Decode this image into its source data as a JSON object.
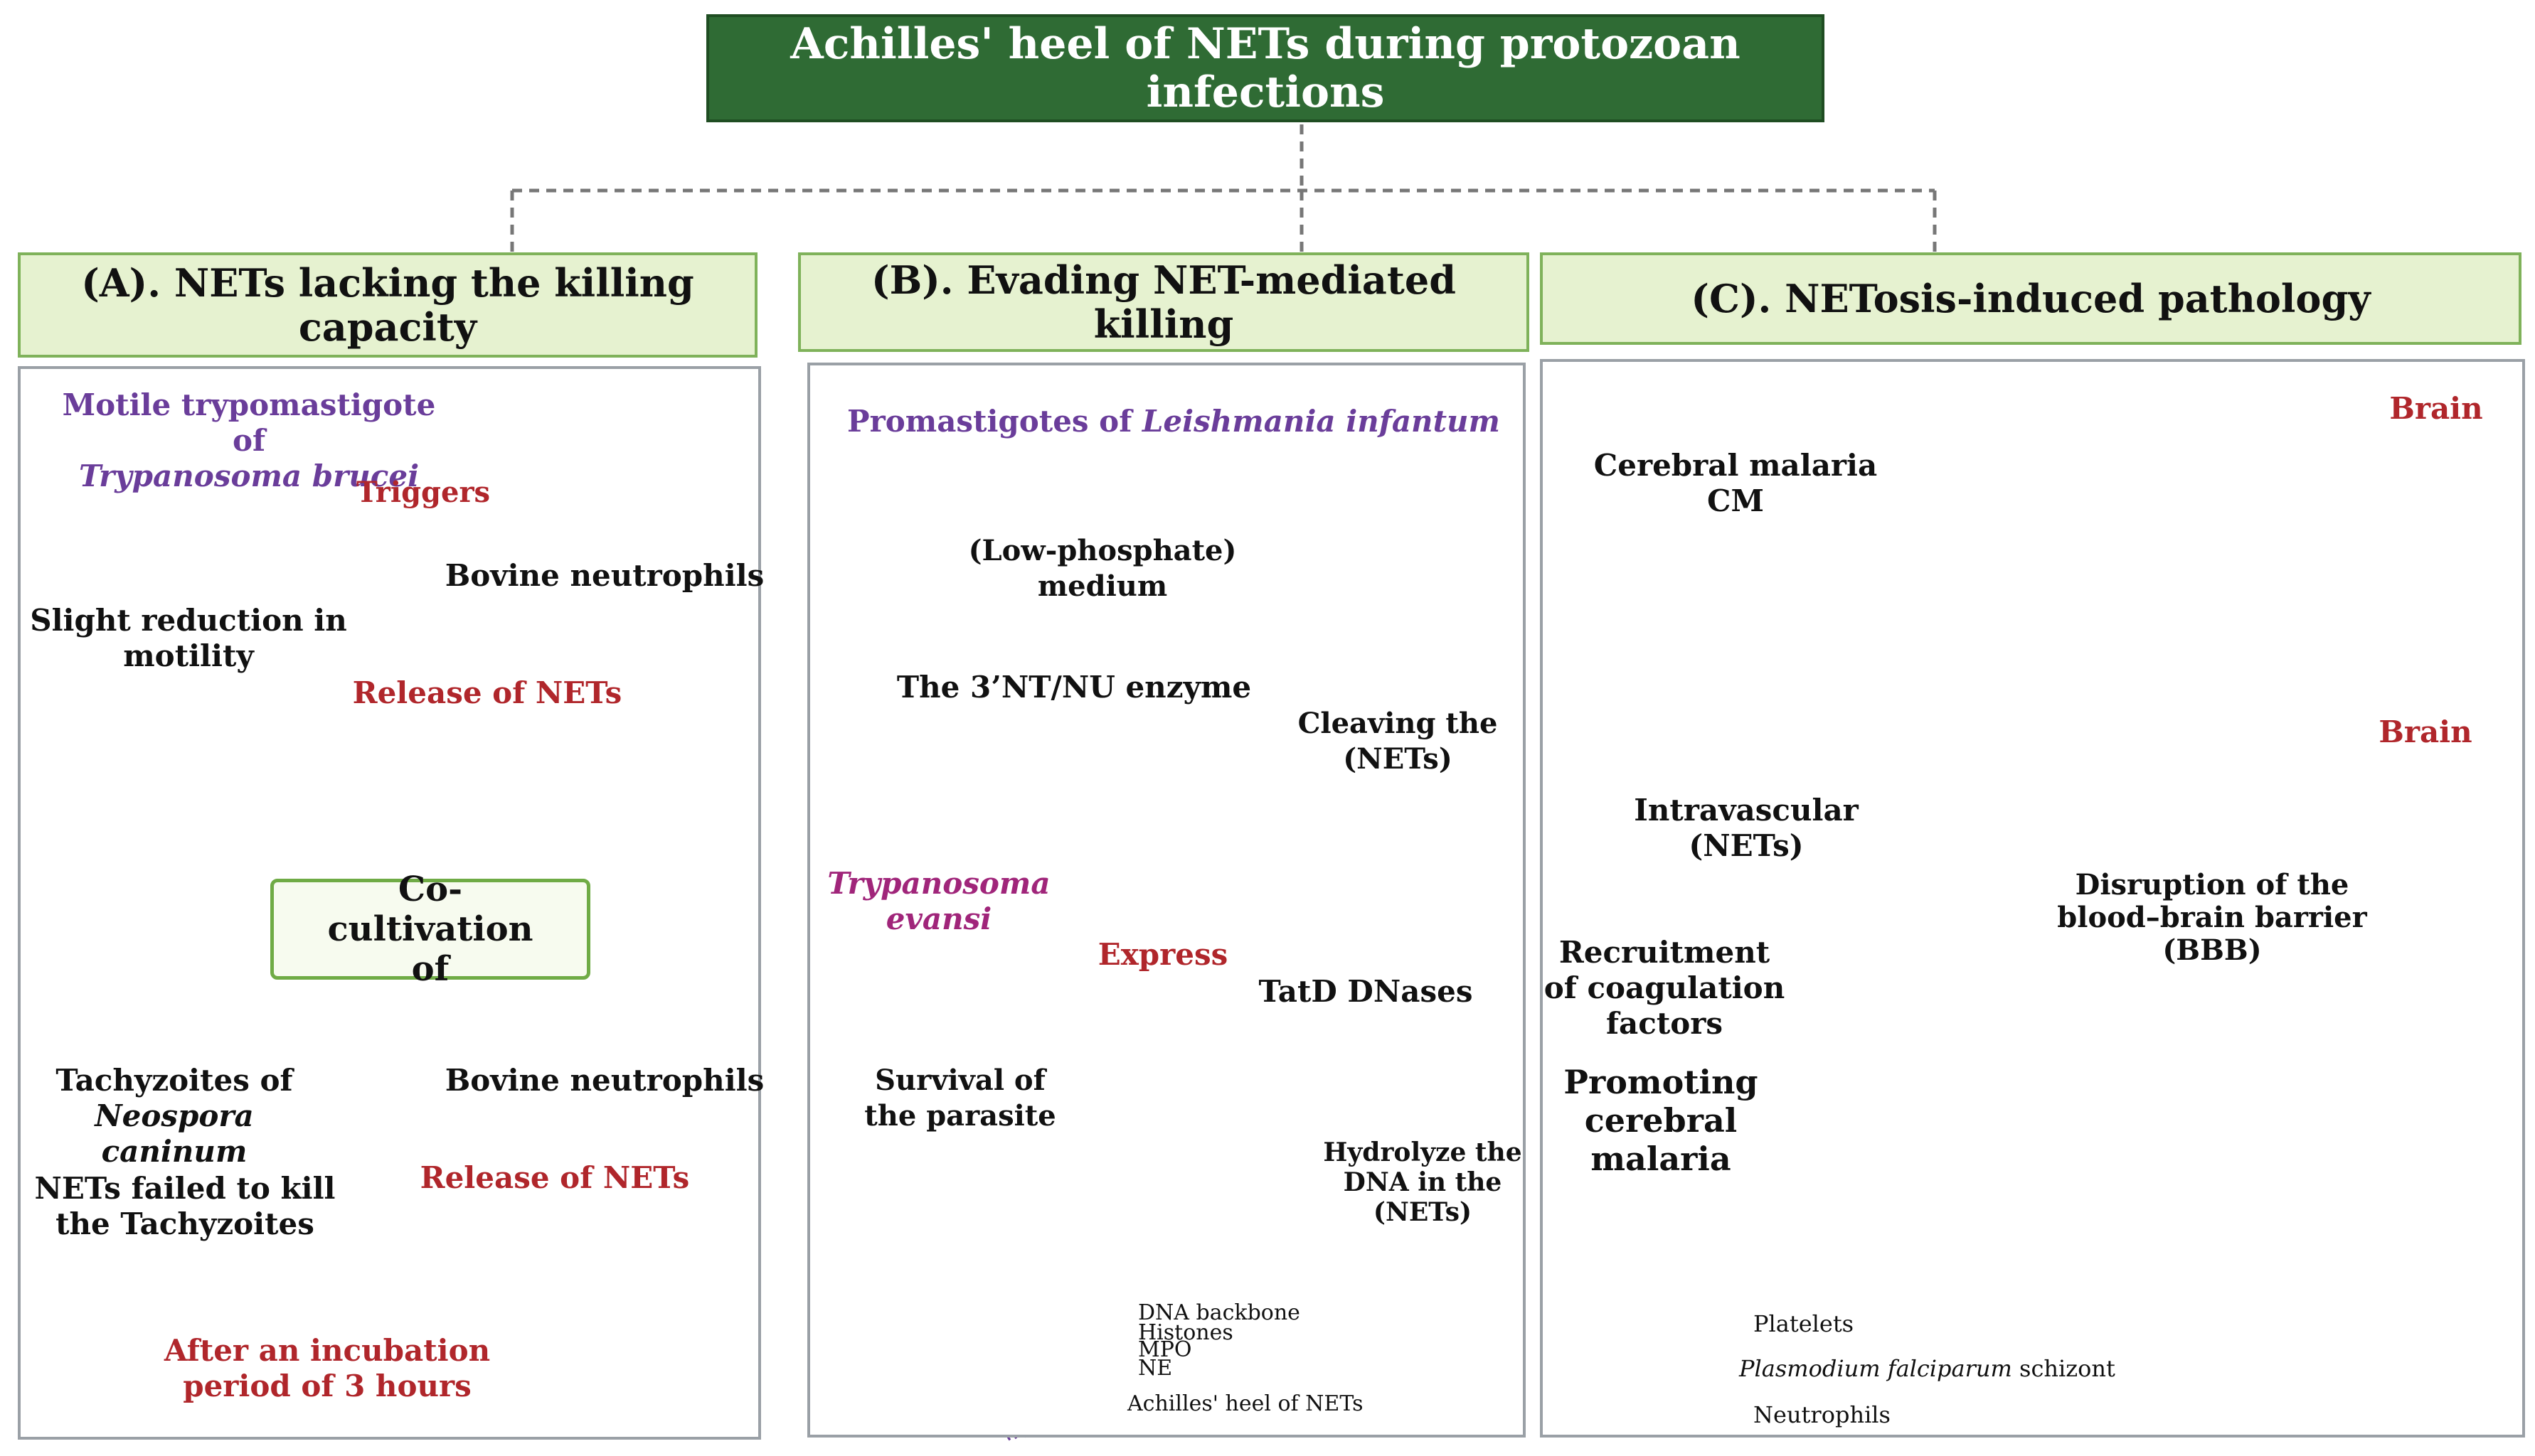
{
  "title": "Achilles' heel of NETs during protozoan infections",
  "panels": {
    "a": {
      "heading": "(A). NETs lacking the killing capacity",
      "organism_line1": "Motile trypomastigote of",
      "organism_line2": "Trypanosoma brucei",
      "triggers": "Triggers",
      "bovine_neutrophils_1": "Bovine neutrophils",
      "slight_reduction": "Slight reduction in motility",
      "release_nets_1": "Release of NETs",
      "cocultivation": "Co-cultivation of",
      "tachyzoites_line1": "Tachyzoites of",
      "tachyzoites_line2": "Neospora caninum",
      "bovine_neutrophils_2": "Bovine neutrophils",
      "release_nets_2": "Release of NETs",
      "nets_failed": "NETs failed to kill the Tachyzoites",
      "incubation": "After an incubation period of 3 hours"
    },
    "b": {
      "heading": "(B). Evading NET-mediated killing",
      "promastigotes_prefix": "Promastigotes of ",
      "promastigotes_species": "Leishmania infantum",
      "medium": "(Low-phosphate) medium",
      "enzyme": "The 3’NT/NU enzyme",
      "cleaving": "Cleaving the (NETs)",
      "evansi_line1": "Trypanosoma",
      "evansi_line2": "evansi",
      "express": "Express",
      "tatd": "TatD DNases",
      "survival": "Survival of the parasite",
      "hydrolyze": "Hydrolyze the DNA in the (NETs)"
    },
    "c": {
      "heading": "(C). NETosis-induced pathology",
      "cerebral_malaria": "Cerebral malaria CM",
      "brain_top": "Brain",
      "brain_bottom": "Brain",
      "intravascular": "Intravascular (NETs)",
      "recruitment": "Recruitment of coagulation factors",
      "promoting": "Promoting cerebral malaria",
      "disruption": "Disruption of the blood–brain barrier (BBB)"
    }
  },
  "legend_b": {
    "dna_backbone": "DNA backbone",
    "histones": "Histones",
    "mpo": "MPO",
    "ne": "NE",
    "achilles": "Achilles' heel of NETs"
  },
  "legend_c": {
    "platelets": "Platelets",
    "schizont_species": "Plasmodium falciparum",
    "schizont_suffix": " schizont",
    "neutrophils": "Neutrophils"
  },
  "colors": {
    "title_bg": "#2f6b34",
    "header_bg": "#e6f2d0",
    "header_border": "#7fb25a",
    "net_purple": "#6a3d9a",
    "label_red": "#b0262b",
    "neutrophil_pink": "#f4b8cf",
    "vessel_pink": "#f3b0ac",
    "platelet_green": "#1f3d2a"
  }
}
